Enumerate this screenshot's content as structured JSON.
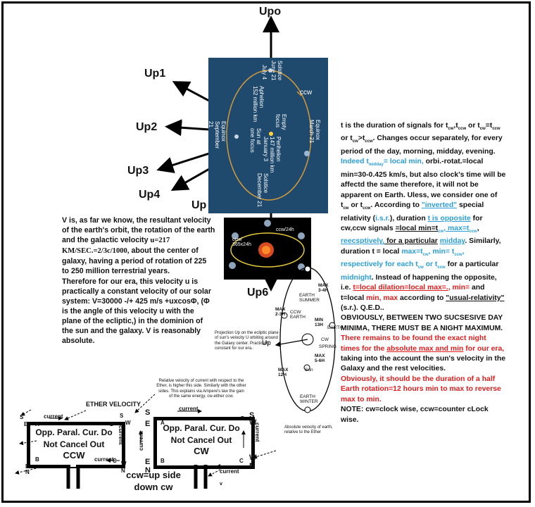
{
  "vectors": {
    "upo": "Upo",
    "up1": "Up1",
    "up2": "Up2",
    "up3": "Up3",
    "up4": "Up4",
    "up": "Up",
    "up6": "Up6"
  },
  "orbit_panel": {
    "solstice_june": "Solstice\nJune 21",
    "july": "July 4",
    "aphelion": "Aphelion\n152 million km",
    "ccw": "ccw",
    "empty_focus": "Empty\nfocus",
    "perihelion": "Perihelion\n147 million km\nJanuary 3",
    "equinox_march": "Equinox\nMarch 21",
    "equinox_september": "Equinox\nSeptember\n21",
    "sun_at_focus": "Sun at\none focus",
    "solstice_december": "Solstice\nDecember 21"
  },
  "galaxy_panel": {
    "ccw_24h": "ccw/24h",
    "ccw_365": "ccw/\n365x24h"
  },
  "left_text": {
    "p1_a": "V is, as far we know, the resultant velocity of the earth's orbit, the rotation of the earth and the galactic velocity",
    "p1_formula": "u=217 KM/SEC.=2/3c/1000,",
    "p1_b": "about the center of galaxy, having a period of rotation of 225 to 250 million terrestrial years.",
    "p2": "Therefore for our era, this velocity u is practically a constant velocity of our solar system: V=30000 -/+ 425 m/s +uxcosΦ, (Φ is the angle of this velocity u with the plane of the ecliptic,) in the dominion of the sun and the galaxy. V is reasonably absolute."
  },
  "right_text": {
    "l1": "t is the duration of signals for t",
    "l1_sub1": "cw",
    "l1_mid": ",t",
    "l1_sub2": "ccw",
    "l2": "or t",
    "l2_s1": "cw",
    "l2_m1": "=t",
    "l2_s2": "ccw",
    "l2_m2": " or t",
    "l2_s3": "cw",
    "l2_m3": ">t",
    "l2_s4": "ccw",
    "l2_end": ". Changes occur separately, for every period of the day, morning, midday, evening.",
    "indeed": "Indeed t",
    "indeed_sub": "midday",
    "indeed_rest": "= local min,",
    "orbi": " orbi.-rotat.=local min=30-0.425 km/s, but also clock's time will be affectd the same therefore, it will not be apparent on Earth. Uless, we consider one of t",
    "orbi_s1": "cw",
    "orbi_m1": " or t",
    "orbi_s2": "ccw",
    "orbi_end": ". According to",
    "inverted": "\"inverted\"",
    "special": " special relativity (",
    "isr": "i.s.r.",
    "special_end": "), duration ",
    "opposite": "t is opposite",
    "for_cw": " for cw,ccw signals ",
    "local_min": "=local min=t",
    "lm_s1": "cw",
    "lm_m": ", max=t",
    "lm_s2": "ccw",
    "lm_end": ",",
    "recep": "reecsptively,",
    "for_particular": " for a particular",
    "midday": "midday",
    "similarly": ". Similarly, duration t = local ",
    "max_tcw": "max=t",
    "max_tcw_s": "cw",
    "min_tccw": ", min= t",
    "min_tccw_s": "ccw",
    "respectively": ", respectively for each t",
    "resp_s1": "cw",
    "resp_m": " or t",
    "resp_s2": "ccw",
    "for_particular2": " for a particular ",
    "midnight": "midnight",
    "instead": ". Instead of happening the opposite, i.e. ",
    "t_local_dil": "t=local dilation=local ",
    "max_dot": "max=.",
    "min_and": ", min=",
    "and_t": " and t=local ",
    "min_max": "min, max",
    "according": " according to ",
    "usual": "\"usual-relativity\"",
    "qed": " (s.r.). Q.E.D..",
    "obviously": "OBVIOUSLY, BETWEEN TWO SUCSESIVE DAY MINIMA, THERE MUST BE A NIGHT MAXIMUM.",
    "remains_a": "There remains to be found the exact night times for the ",
    "remains_b": "absolute max and min",
    "remains_c": " for our era,",
    "taking": " taking into the account the sun's velocity in the Galaxy and the rest velocities.",
    "obviously2": "Obviously, it should be the duration of a half Earth rotation=12 hours min to max to reverse max to min.",
    "note": "NOTE: cw=clock wise, ccw=counter cLock wise."
  },
  "seasons": {
    "max34": "MAX\n3-4H",
    "earth_summer": "EARTH\nSUMMER",
    "max23": "MAX\n2-3H",
    "ccw": "CCW\nEARTH",
    "min13": "MIN\n13H",
    "earth": "EARTH",
    "cw": "CW",
    "spring": "SPRING",
    "max56": "MAX\n5-6H",
    "sun": "Sun",
    "max12": "MAX\n12H",
    "earth_winter": "EARTH\nWINTER"
  },
  "projection_text": "Projection Up on the ecliptic plane of sun's velocity U orbiting around the Galaxy center. Practically constant for our era..",
  "up_small": "Up",
  "relative_text": "Relative velocity of current with respect to the Ether, is higher this side. Similarly with the other sides. This explains via Ampere's law the gain of the same energy, cw-either ccw.",
  "ether_velocity": "ETHER VELOCITY",
  "absolute_text": "Absolute velocity of earth, relative to the Ether",
  "ccw_box": {
    "text1": "Opp. Paral. Cur. Do Not Cancel Out",
    "text2": "CCW",
    "current_top": "current",
    "current_right": "current",
    "current_bottom": "current",
    "S": "S",
    "E": "E",
    "A": "A",
    "D": "D",
    "W": "W",
    "B": "B",
    "C": "C",
    "E2": "E",
    "N": "N",
    "N2": "N",
    "W2": "W",
    "S2": "S"
  },
  "cw_box": {
    "text1": "Opp. Paral. Cur. Do Not Cancel Out",
    "text2": "CW",
    "current_top": "current",
    "current_right": "current",
    "current_bottom": "current",
    "S": "S",
    "E": "E",
    "A": "A",
    "D": "D",
    "W": "W",
    "B": "B",
    "C": "C",
    "E2": "E",
    "N": "N",
    "N2": "N",
    "W2": "W",
    "S2": "S",
    "v": "v"
  },
  "ccw_caption": "ccw=up side down cw"
}
